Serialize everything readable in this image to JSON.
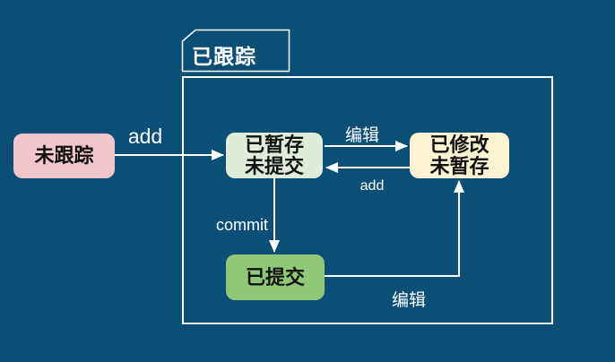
{
  "canvas": {
    "background_color": "#0B4E76",
    "line_color": "#FFFFFF"
  },
  "group": {
    "label": "已跟踪"
  },
  "nodes": {
    "untracked": {
      "label": "未跟踪",
      "color": "#F2C6CC"
    },
    "staged": {
      "line1": "已暂存",
      "line2": "未提交",
      "color": "#DFECDA"
    },
    "modified": {
      "line1": "已修改",
      "line2": "未暂存",
      "color": "#FCF3D3"
    },
    "committed": {
      "label": "已提交",
      "color": "#8FC977"
    }
  },
  "edges": {
    "untracked_to_staged": {
      "label": "add",
      "from": "未跟踪",
      "to": "已暂存未提交"
    },
    "staged_to_modified": {
      "label": "编辑",
      "from": "已暂存未提交",
      "to": "已修改未暂存"
    },
    "modified_to_staged": {
      "label": "add",
      "from": "已修改未暂存",
      "to": "已暂存未提交"
    },
    "staged_to_committed": {
      "label": "commit",
      "from": "已暂存未提交",
      "to": "已提交"
    },
    "committed_to_modified": {
      "label": "编辑",
      "from": "已提交",
      "to": "已修改未暂存"
    }
  }
}
